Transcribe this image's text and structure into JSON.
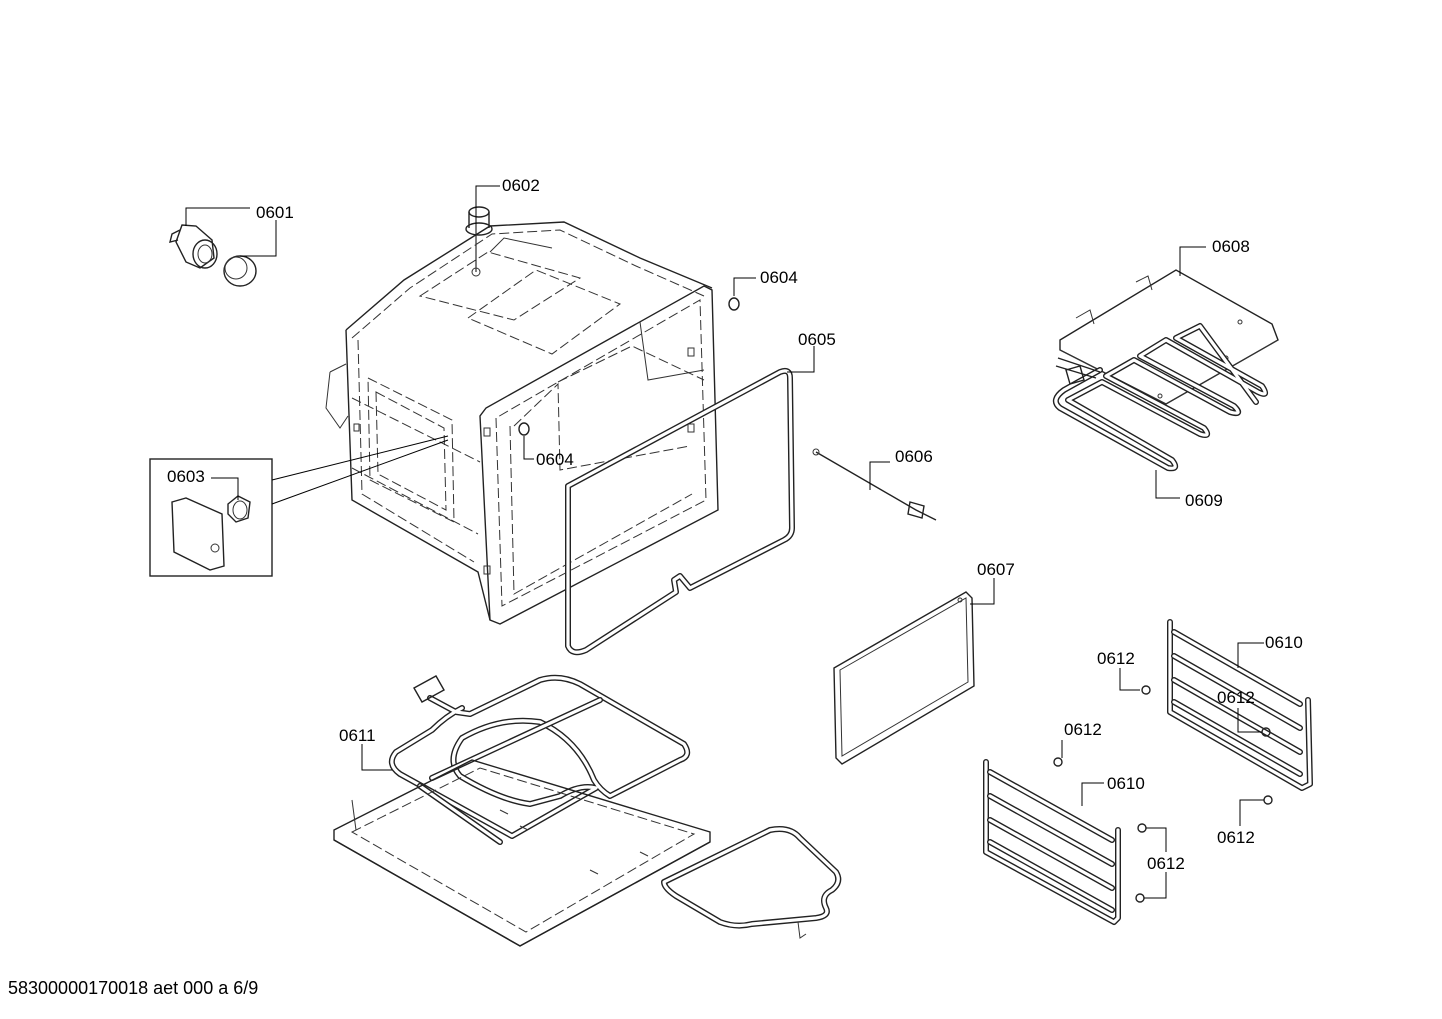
{
  "labels": {
    "p0601": "0601",
    "p0602": "0602",
    "p0603": "0603",
    "p0604a": "0604",
    "p0604b": "0604",
    "p0605": "0605",
    "p0606": "0606",
    "p0607": "0607",
    "p0608": "0608",
    "p0609": "0609",
    "p0610a": "0610",
    "p0610b": "0610",
    "p0611": "0611",
    "p0612a": "0612",
    "p0612b": "0612",
    "p0612c": "0612",
    "p0612d": "0612",
    "p0612e": "0612"
  },
  "footer": "58300000170018 aet 000 a 6/9"
}
